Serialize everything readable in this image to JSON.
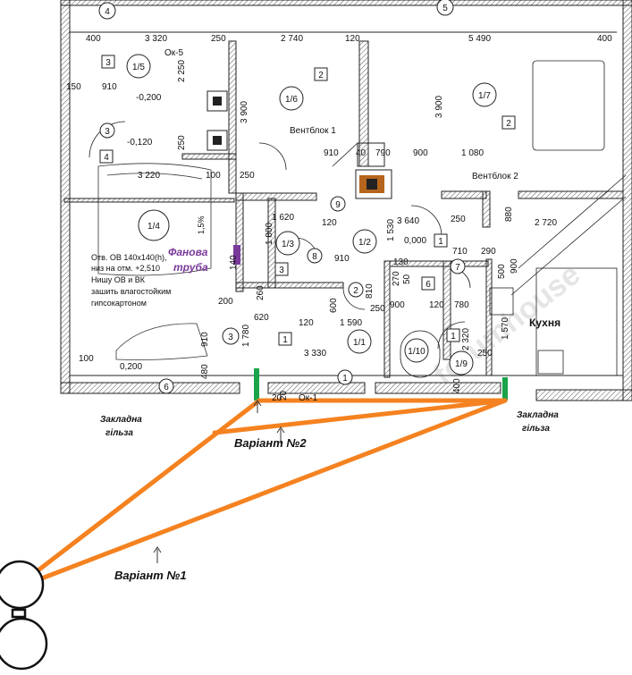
{
  "axes": {
    "a4": "4",
    "a5": "5"
  },
  "dims": {
    "d400a": "400",
    "d3320": "3 320",
    "d250a": "250",
    "d2740": "2 740",
    "d120a": "120",
    "d5490": "5 490",
    "d400b": "400",
    "d150": "150",
    "d910a": "910",
    "d2250": "2 250",
    "d250b": "250",
    "d100a": "100",
    "d3220": "3 220",
    "d3900a": "3 900",
    "d250c": "250",
    "d910b": "910",
    "d40": "40",
    "d790": "790",
    "d900a": "900",
    "d1080": "1 080",
    "d3900b": "3 900",
    "d1620": "1 620",
    "d120b": "120",
    "d3640": "3 640",
    "d250d": "250",
    "d880": "880",
    "d2720": "2 720",
    "d1800": "1 800",
    "d1530": "1 530",
    "d710": "710",
    "d290": "290",
    "d140": "140",
    "d910c": "910",
    "d130": "130",
    "d900b": "900",
    "d500": "500",
    "d270": "270",
    "d260": "260",
    "d810": "810",
    "d600": "600",
    "d50": "50",
    "d900c": "900",
    "d120c": "120",
    "d780": "780",
    "d250e": "250",
    "d200": "200",
    "d620": "620",
    "d120d": "120",
    "d1590": "1 590",
    "d1780": "1 780",
    "d910d": "910",
    "d480": "480",
    "d3330": "3 330",
    "d1570": "1 570",
    "d2320": "2 320",
    "d100b": "100",
    "d250f": "250",
    "d400c": "400",
    "d20": "20",
    "d320": "20"
  },
  "levels": {
    "l1": "-0,200",
    "l2": "-0,120",
    "l3": "0,000",
    "l4": "0,200"
  },
  "rooms": {
    "r15": "1/5",
    "r16": "1/6",
    "r17": "1/7",
    "r14": "1/4",
    "r13": "1/3",
    "r12": "1/2",
    "r11": "1/1",
    "r110": "1/10",
    "r19": "1/9",
    "n3a": "3",
    "n3b": "3",
    "n4": "4",
    "n2a": "2",
    "n2b": "2",
    "n9": "9",
    "n8": "8",
    "n1a": "1",
    "n1b": "1",
    "n1c": "1",
    "n1d": "1",
    "n2c": "2",
    "n6a": "6",
    "n6b": "6",
    "n7": "7",
    "n3c": "3",
    "n3d": "3",
    "n5": "5"
  },
  "labels": {
    "ok5": "Ок-5",
    "ok1": "Ок-1",
    "vent1": "Вентблок 1",
    "vent2": "Вентблок 2",
    "slope": "1,5%",
    "kitchen": "Кухня"
  },
  "note_lines": [
    "Отв. ОВ 140х140(h),",
    "низ на отм. +2,510",
    "Нишу ОВ и ВК",
    "зашить влагостойким",
    "гипсокартоном"
  ],
  "annotations": {
    "fan_line1": "Фанова",
    "fan_line2": "труба",
    "gilza_left_1": "Закладна",
    "gilza_left_2": "гільза",
    "gilza_right_1": "Закладна",
    "gilza_right_2": "гільза",
    "variant2": "Варіант №2",
    "variant1": "Варіант №1"
  },
  "colors": {
    "route": "#f58220",
    "sleeve": "#1aa34a",
    "pipe": "#7a3a9a",
    "vent": "#b5651d"
  }
}
